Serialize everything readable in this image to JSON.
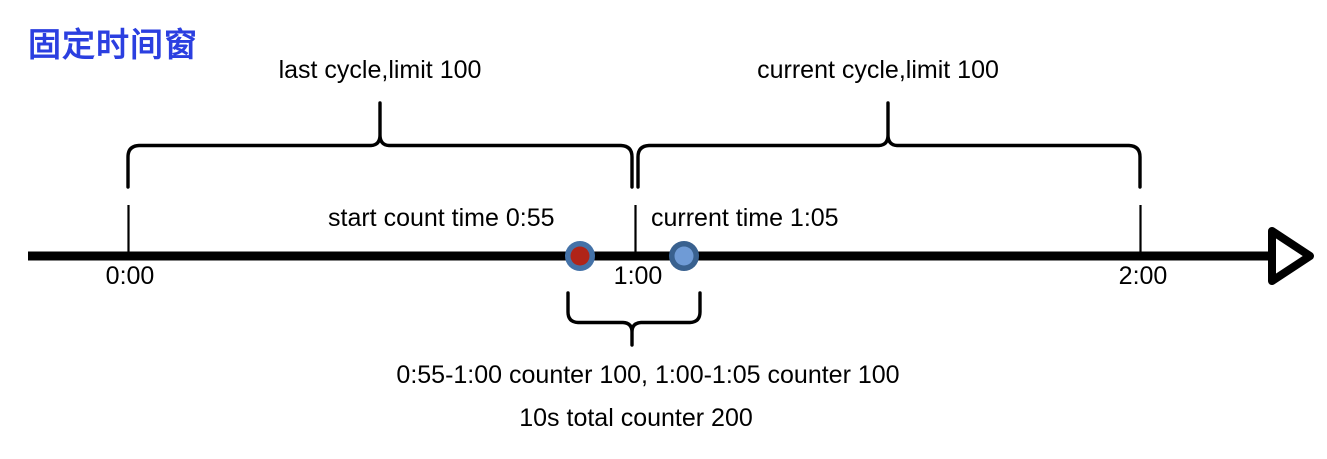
{
  "diagram": {
    "title": "固定时间窗",
    "title_color": "#2B3FE0",
    "axis_color": "#000000",
    "type": "timeline",
    "top_brackets": [
      {
        "label": "last cycle,limit 100",
        "start_time": "0:00",
        "end_time": "1:00"
      },
      {
        "label": "current cycle,limit 100",
        "start_time": "1:00",
        "end_time": "2:00"
      }
    ],
    "axis_ticks": [
      {
        "label": "0:00"
      },
      {
        "label": "1:00"
      },
      {
        "label": "2:00"
      }
    ],
    "markers": [
      {
        "name": "start-count-time-marker",
        "label": "start count time 0:55",
        "time": "0:55",
        "fill_color": "#B02418",
        "ring_color": "#4472A8"
      },
      {
        "name": "current-time-marker",
        "label": "current time 1:05",
        "time": "1:05",
        "fill_color": "#6F9BD6",
        "ring_color": "#39618F"
      }
    ],
    "bottom_bracket": {
      "start_time": "0:55",
      "end_time": "1:05"
    },
    "captions": [
      "0:55-1:00 counter 100, 1:00-1:05 counter 100",
      "10s total counter 200"
    ]
  }
}
